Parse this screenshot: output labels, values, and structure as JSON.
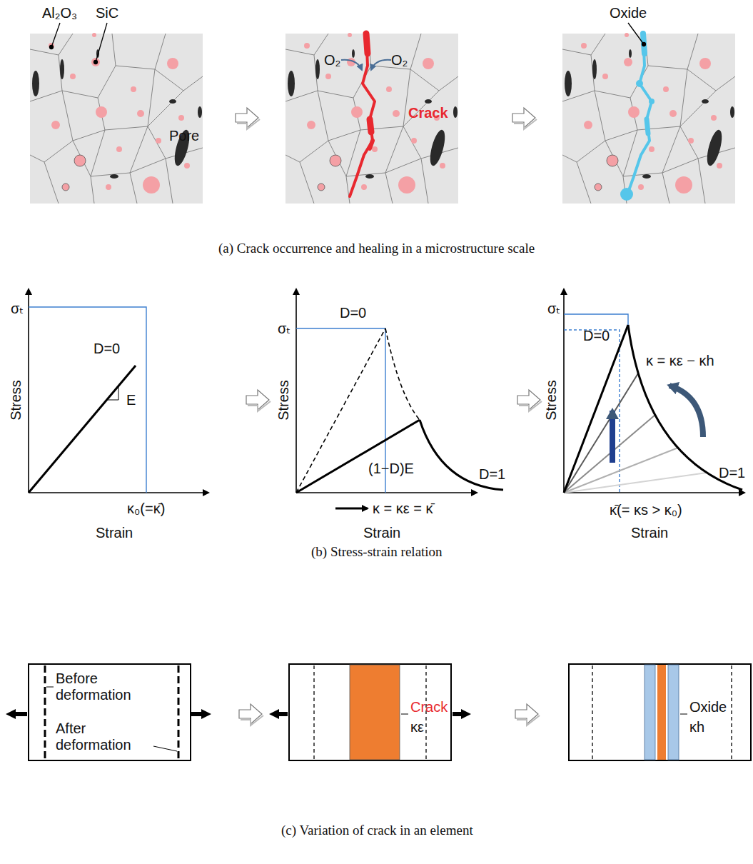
{
  "diagram": {
    "labels": [
      "Al₂O₃",
      "SiC",
      "Pore",
      "O₂",
      "O₂",
      "Crack",
      "Oxide",
      "(a) Crack occurrence and healing in a microstructure scale",
      "σₜ",
      "Stress",
      "D=0",
      "E",
      "κ₀(=κ̄)",
      "Strain",
      "σₜ",
      "Stress",
      "D=0",
      "(1−D)E",
      "D=1",
      "κ = κε = κ̄",
      "Strain",
      "σₜ",
      "Stress",
      "D=0",
      "κ = κε − κh",
      "D=1",
      "κ̄(= κs > κ₀)",
      "Strain",
      "(b) Stress-strain relation",
      "Before deformation",
      "After deformation",
      "Crack",
      "κε",
      "Oxide",
      "κh",
      "(c) Variation of crack in an element"
    ]
  }
}
